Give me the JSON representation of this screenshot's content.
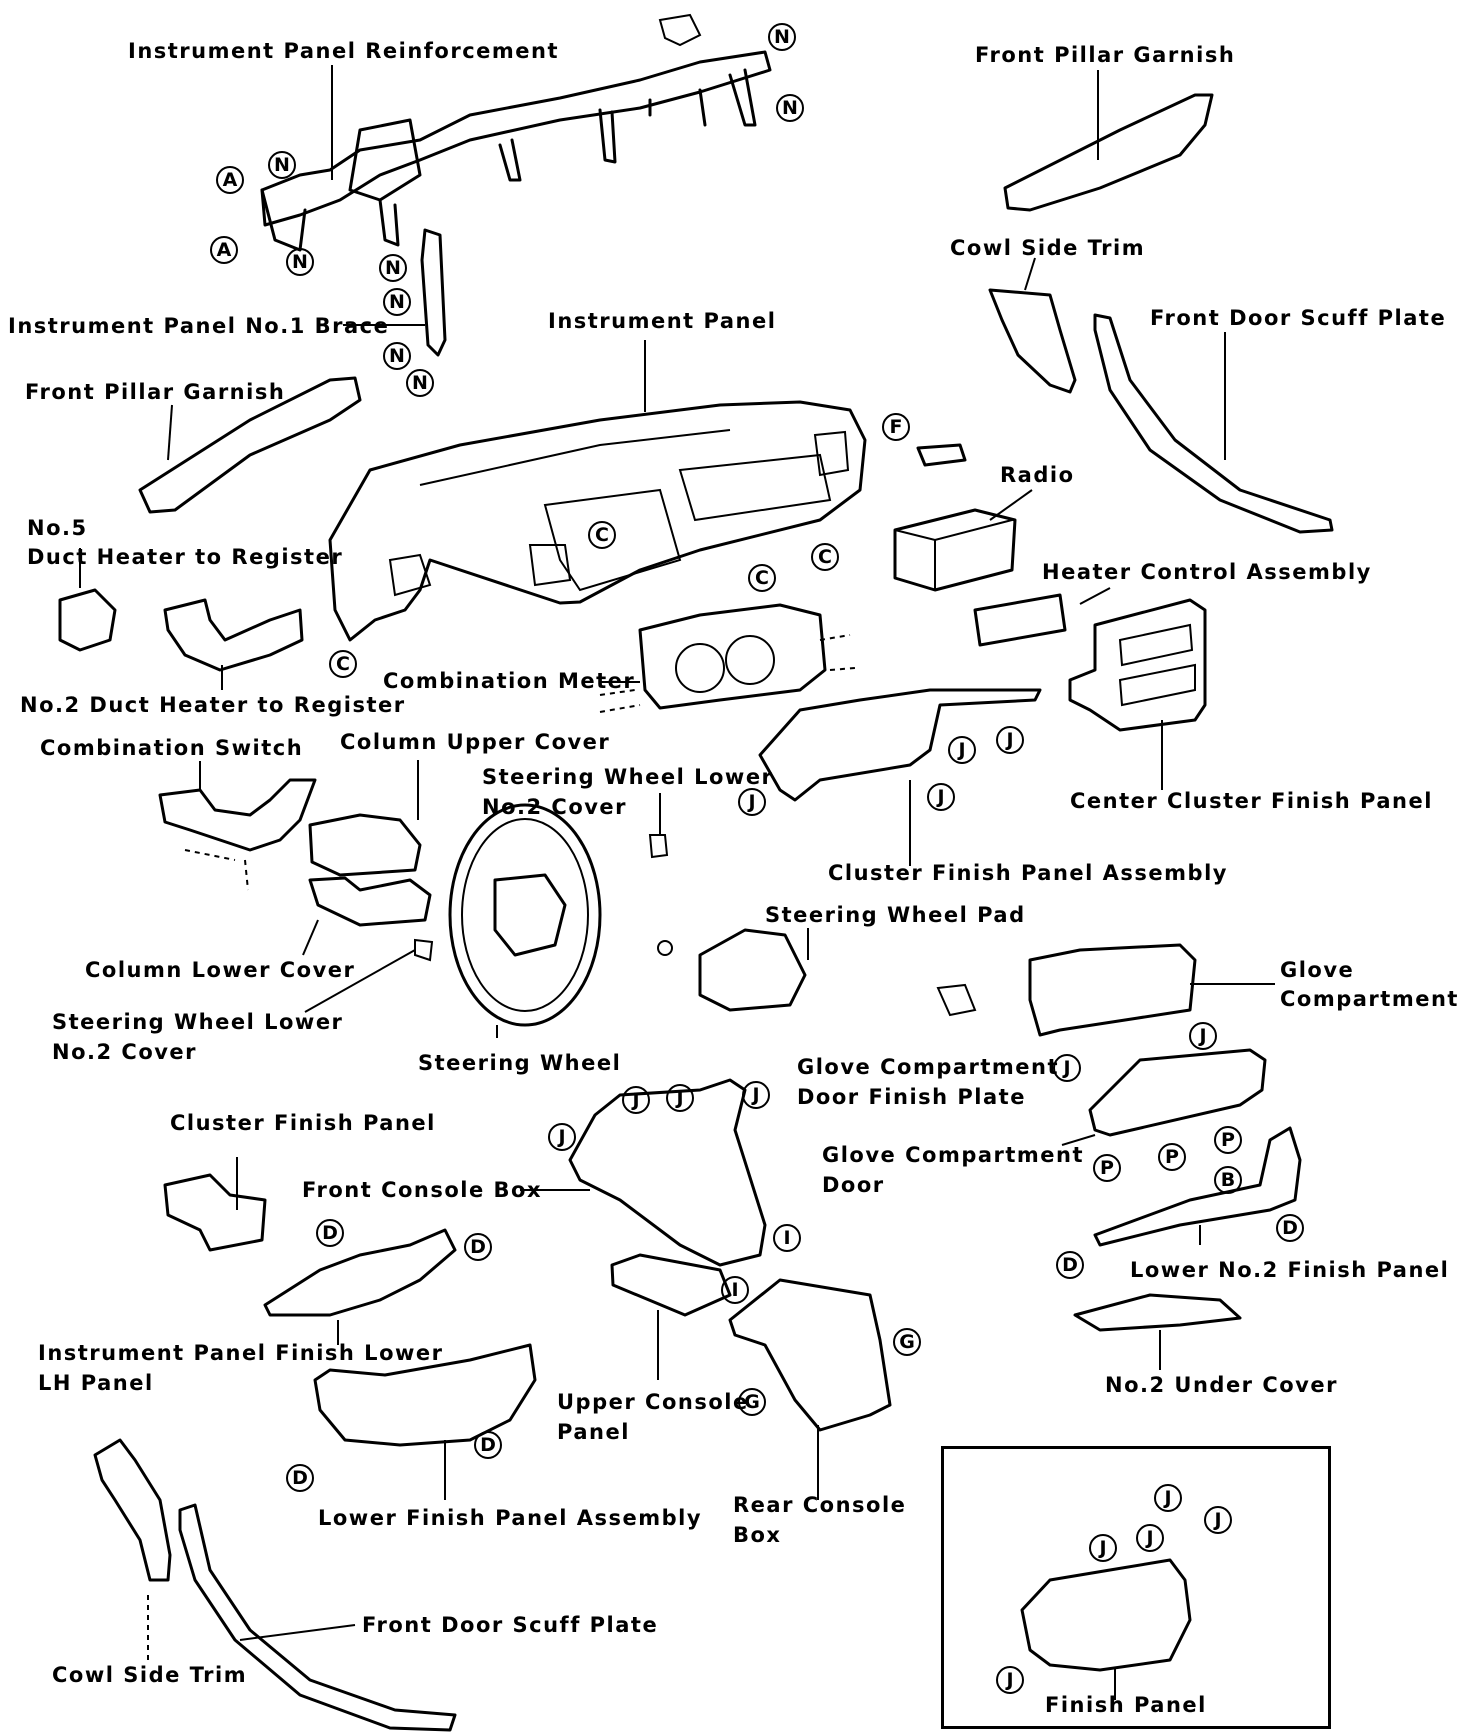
{
  "labels": {
    "instrument_panel_reinforcement": "Instrument Panel Reinforcement",
    "front_pillar_garnish_right": "Front Pillar Garnish",
    "cowl_side_trim_right": "Cowl Side Trim",
    "front_door_scuff_plate_right": "Front Door Scuff Plate",
    "instrument_panel_no1_brace": "Instrument Panel No.1 Brace",
    "instrument_panel": "Instrument Panel",
    "front_pillar_garnish_left": "Front Pillar Garnish",
    "no5_duct_line1": "No.5",
    "no5_duct_line2": "Duct Heater to Register",
    "radio": "Radio",
    "heater_control_assembly": "Heater Control Assembly",
    "combination_meter": "Combination Meter",
    "no2_duct_heater": "No.2 Duct Heater to Register",
    "combination_switch": "Combination Switch",
    "column_upper_cover": "Column Upper Cover",
    "steering_wheel_lower_no2_cover_top_line1": "Steering Wheel Lower",
    "steering_wheel_lower_no2_cover_top_line2": "No.2 Cover",
    "center_cluster_finish_panel": "Center Cluster Finish Panel",
    "cluster_finish_panel_assembly": "Cluster Finish Panel Assembly",
    "steering_wheel_pad": "Steering Wheel Pad",
    "column_lower_cover": "Column Lower Cover",
    "glove_compartment_line1": "Glove",
    "glove_compartment_line2": "Compartment",
    "steering_wheel_lower_no2_cover_left_line1": "Steering Wheel Lower",
    "steering_wheel_lower_no2_cover_left_line2": "No.2 Cover",
    "steering_wheel": "Steering Wheel",
    "glove_compartment_door_finish_plate_line1": "Glove Compartment",
    "glove_compartment_door_finish_plate_line2": "Door Finish Plate",
    "cluster_finish_panel": "Cluster Finish Panel",
    "glove_compartment_door_line1": "Glove Compartment",
    "glove_compartment_door_line2": "Door",
    "front_console_box": "Front Console Box",
    "lower_no2_finish_panel": "Lower No.2 Finish Panel",
    "instrument_panel_finish_lower_lh_line1": "Instrument Panel Finish Lower",
    "instrument_panel_finish_lower_lh_line2": "LH Panel",
    "upper_console_panel_line1": "Upper Console",
    "upper_console_panel_line2": "Panel",
    "no2_under_cover": "No.2 Under Cover",
    "lower_finish_panel_assembly": "Lower Finish Panel Assembly",
    "rear_console_box_line1": "Rear Console",
    "rear_console_box_line2": "Box",
    "front_door_scuff_plate_left": "Front Door Scuff Plate",
    "cowl_side_trim_left": "Cowl Side Trim",
    "finish_panel": "Finish Panel"
  },
  "markers": {
    "A": "A",
    "N": "N",
    "F": "F",
    "C": "C",
    "J": "J",
    "D": "D",
    "P": "P",
    "B": "B",
    "I": "I",
    "G": "G"
  }
}
